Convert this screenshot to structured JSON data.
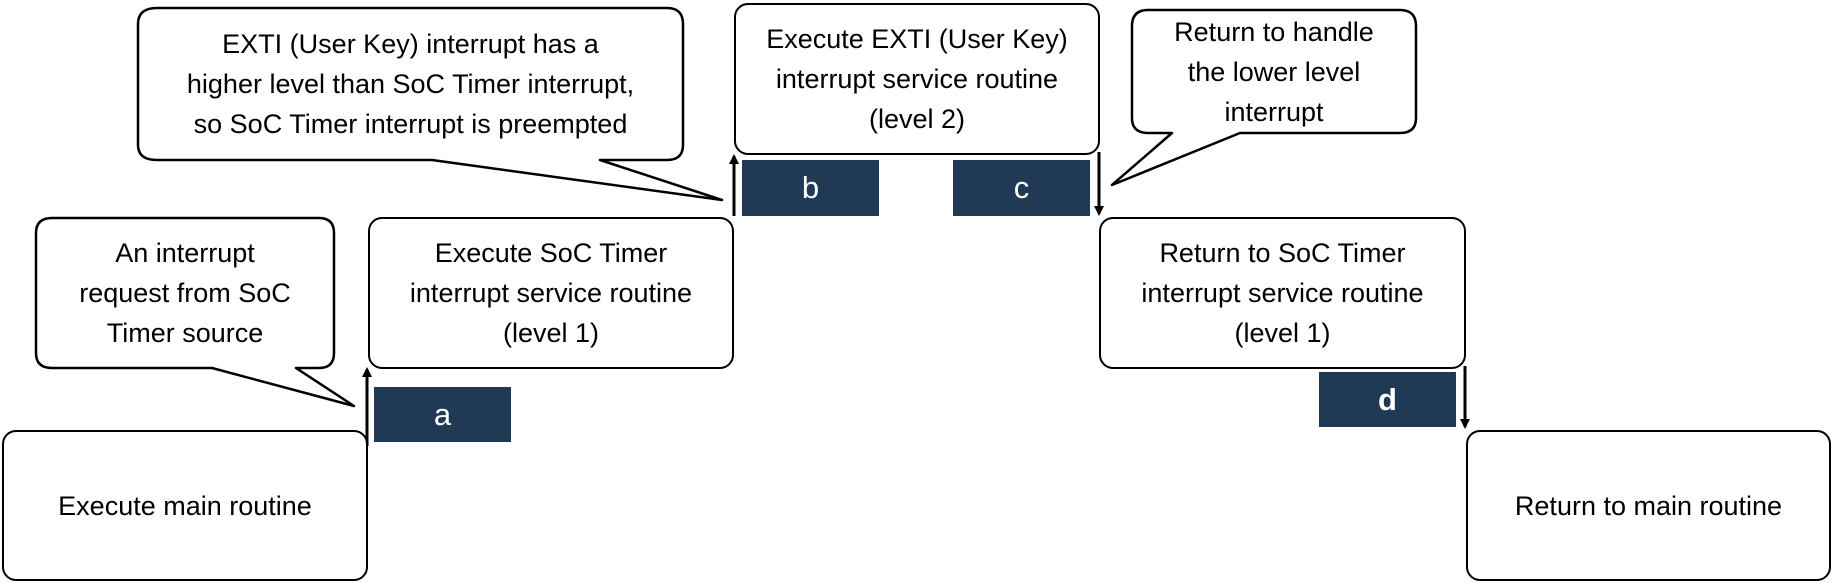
{
  "boxes": {
    "main_start": [
      "Execute main routine"
    ],
    "soc_isr": [
      "Execute SoC Timer",
      "interrupt service routine",
      "(level 1)"
    ],
    "exti_isr": [
      "Execute EXTI (User Key)",
      "interrupt service routine",
      "(level 2)"
    ],
    "return_soc": [
      "Return to SoC Timer",
      "interrupt service routine",
      "(level 1)"
    ],
    "return_main": [
      "Return to main routine"
    ]
  },
  "callouts": {
    "interrupt_request": [
      "An interrupt",
      "request from SoC",
      "Timer source"
    ],
    "preemption": [
      "EXTI (User Key) interrupt has a",
      "higher level than SoC Timer interrupt,",
      "so SoC Timer interrupt is preempted"
    ],
    "return_lower": [
      "Return to handle",
      "the lower level",
      "interrupt"
    ]
  },
  "tags": {
    "a": "a",
    "b": "b",
    "c": "c",
    "d": "d"
  },
  "colors": {
    "tag_fill": "#203a55",
    "tag_text": "#ffffff",
    "stroke": "#000000",
    "background": "#ffffff"
  }
}
